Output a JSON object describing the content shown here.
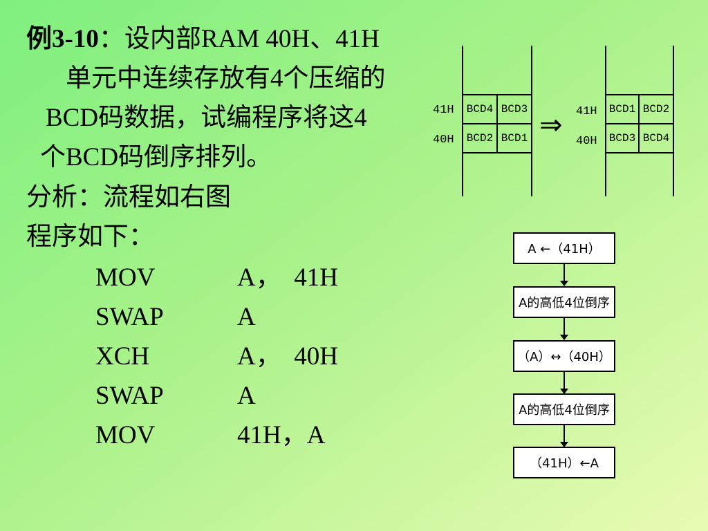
{
  "problem": {
    "label": "例3-10",
    "colon": "：",
    "text1": "设内部RAM 40H、41H",
    "text2": "单元中连续存放有4个压缩的",
    "text3": "BCD码数据，试编程序将这4",
    "text4": "个BCD码倒序排列。"
  },
  "analysis": "分析：流程如右图",
  "program_heading": "程序如下：",
  "code": [
    {
      "op": "MOV",
      "args": "A，　41H"
    },
    {
      "op": "SWAP",
      "args": "A"
    },
    {
      "op": "XCH",
      "args": "A，　40H"
    },
    {
      "op": "SWAP",
      "args": "A"
    },
    {
      "op": "MOV",
      "args": "41H，A"
    }
  ],
  "memory_before": {
    "addr_top": "41H",
    "addr_bottom": "40H",
    "cells": [
      "BCD4",
      "BCD3",
      "BCD2",
      "BCD1"
    ]
  },
  "memory_after": {
    "addr_top": "41H",
    "addr_bottom": "40H",
    "cells": [
      "BCD1",
      "BCD2",
      "BCD3",
      "BCD4"
    ]
  },
  "transform_arrow": "⇒",
  "flowchart": [
    "A ←（41H）",
    "A的高低4位倒序",
    "（A）↔（40H）",
    "A的高低4位倒序",
    "（41H）←A"
  ]
}
